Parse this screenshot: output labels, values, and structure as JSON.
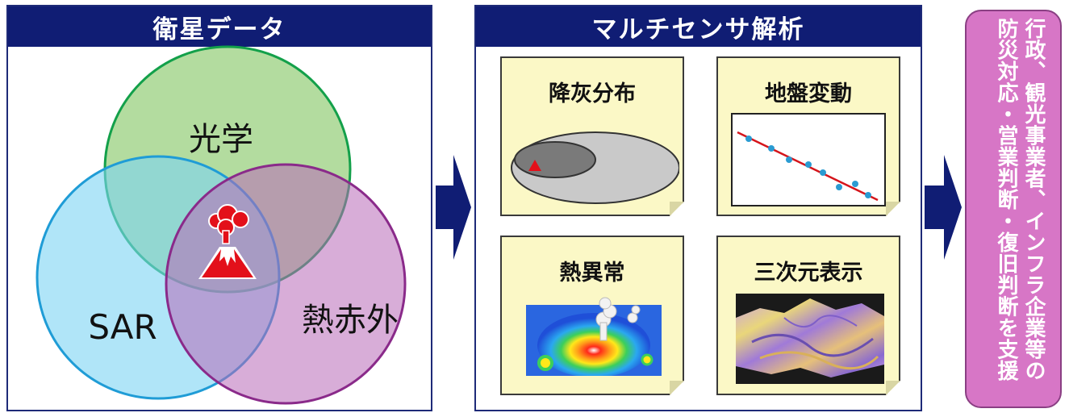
{
  "satellite_panel": {
    "title": "衛星データ",
    "circles": {
      "optical": "光学",
      "sar": "SAR",
      "thermal": "熱赤外"
    },
    "colors": {
      "optical_fill": "#a6d68e",
      "optical_stroke": "#13a04a",
      "sar_fill": "#7cd4f4",
      "sar_stroke": "#1f9cd6",
      "thermal_fill": "#c27cc0",
      "thermal_stroke": "#8a2a8a"
    },
    "center_icon": "volcano-eruption-icon"
  },
  "analysis_panel": {
    "title": "マルチセンサ解析",
    "cards": {
      "ashfall": {
        "title": "降灰分布"
      },
      "ground": {
        "title": "地盤変動"
      },
      "thermal": {
        "title": "熱異常"
      },
      "threed": {
        "title": "三次元表示"
      }
    }
  },
  "result": {
    "column_1": "行政、観光事業者、インフラ企業等の",
    "column_2": "防災対応・営業判断・復旧判断を支援",
    "color": "#d776c6"
  },
  "accent": "#101d74"
}
